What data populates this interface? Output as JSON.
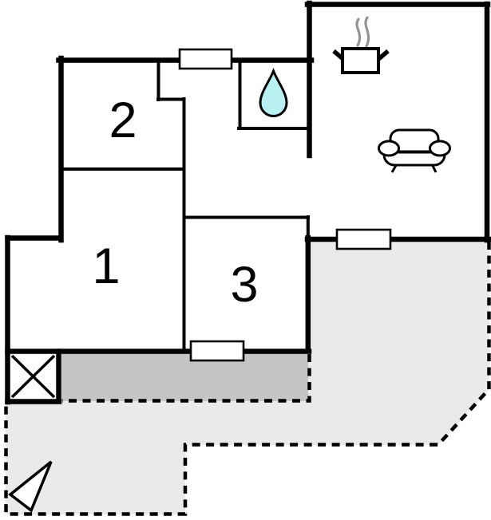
{
  "floorplan": {
    "description": "apartment floor plan with three numbered rooms, bathroom, kitchen-living area and terrace",
    "room_labels": {
      "room1": "1",
      "room2": "2",
      "room3": "3"
    },
    "icons": {
      "water_drop": "water-drop-icon",
      "cooking_pot": "cooking-pot-icon",
      "steam": "steam-icon",
      "sofa": "sofa-icon",
      "compass_arrow": "compass-arrow-icon",
      "crossed_box": "crossed-box-icon"
    },
    "colors": {
      "wall": "#000000",
      "water_drop_fill": "#b9f0f2",
      "terrace_light": "#eaeaea",
      "terrace_dark": "#c5c5c5",
      "steam_gray": "#949494",
      "icon_fill": "#ffffff",
      "background": "#ffffff"
    }
  }
}
